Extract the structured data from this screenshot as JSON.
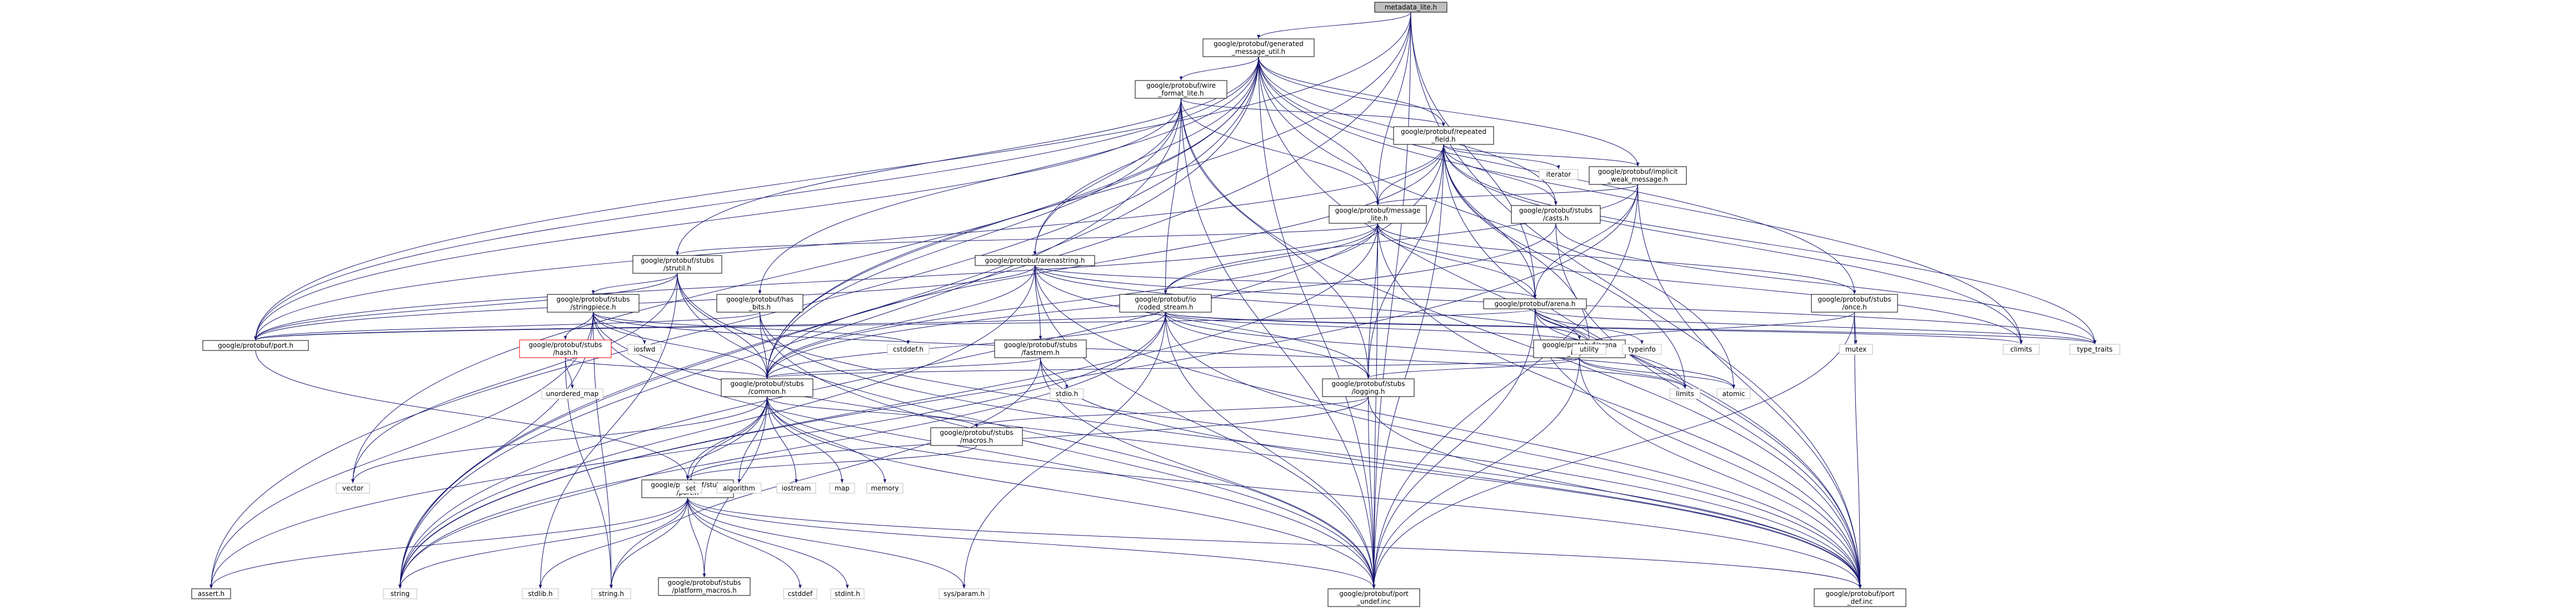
{
  "colors": {
    "edge": "#191970",
    "root_fill": "#bfbfbf",
    "root_stroke": "#000000",
    "doc_stroke": "#000000",
    "sys_stroke": "#bfbfbf",
    "red_stroke": "#ff0000",
    "text": "#000000",
    "background": "#ffffff"
  },
  "nodes": [
    {
      "id": "root",
      "lines": [
        "metadata_lite.h"
      ],
      "kind": "root"
    },
    {
      "id": "gmu",
      "lines": [
        "google/protobuf/generated",
        "_message_util.h"
      ],
      "kind": "doc"
    },
    {
      "id": "wfl",
      "lines": [
        "google/protobuf/wire",
        "_format_lite.h"
      ],
      "kind": "doc"
    },
    {
      "id": "rf",
      "lines": [
        "google/protobuf/repeated",
        "_field.h"
      ],
      "kind": "doc"
    },
    {
      "id": "iwm",
      "lines": [
        "google/protobuf/implicit",
        "_weak_message.h"
      ],
      "kind": "doc"
    },
    {
      "id": "ml",
      "lines": [
        "google/protobuf/message",
        "_lite.h"
      ],
      "kind": "doc"
    },
    {
      "id": "casts",
      "lines": [
        "google/protobuf/stubs",
        "/casts.h"
      ],
      "kind": "doc"
    },
    {
      "id": "strutil",
      "lines": [
        "google/protobuf/stubs",
        "/strutil.h"
      ],
      "kind": "doc"
    },
    {
      "id": "arenastring",
      "lines": [
        "google/protobuf/arenastring.h"
      ],
      "kind": "doc"
    },
    {
      "id": "hasbits",
      "lines": [
        "google/protobuf/has",
        "_bits.h"
      ],
      "kind": "doc"
    },
    {
      "id": "stringpiece",
      "lines": [
        "google/protobuf/stubs",
        "/stringpiece.h"
      ],
      "kind": "doc"
    },
    {
      "id": "cis",
      "lines": [
        "google/protobuf/io",
        "/coded_stream.h"
      ],
      "kind": "doc"
    },
    {
      "id": "arena",
      "lines": [
        "google/protobuf/arena.h"
      ],
      "kind": "doc"
    },
    {
      "id": "once",
      "lines": [
        "google/protobuf/stubs",
        "/once.h"
      ],
      "kind": "doc"
    },
    {
      "id": "port",
      "lines": [
        "google/protobuf/port.h"
      ],
      "kind": "doc"
    },
    {
      "id": "hash",
      "lines": [
        "google/protobuf/stubs",
        "/hash.h"
      ],
      "kind": "red"
    },
    {
      "id": "fastmem",
      "lines": [
        "google/protobuf/stubs",
        "/fastmem.h"
      ],
      "kind": "doc"
    },
    {
      "id": "arenaimpl",
      "lines": [
        "google/protobuf/arena",
        "_impl.h"
      ],
      "kind": "doc"
    },
    {
      "id": "common",
      "lines": [
        "google/protobuf/stubs",
        "/common.h"
      ],
      "kind": "doc"
    },
    {
      "id": "logging",
      "lines": [
        "google/protobuf/stubs",
        "/logging.h"
      ],
      "kind": "doc"
    },
    {
      "id": "macros",
      "lines": [
        "google/protobuf/stubs",
        "/macros.h"
      ],
      "kind": "doc"
    },
    {
      "id": "sport",
      "lines": [
        "google/protobuf/stubs",
        "/port.h"
      ],
      "kind": "doc"
    },
    {
      "id": "platform",
      "lines": [
        "google/protobuf/stubs",
        "/platform_macros.h"
      ],
      "kind": "doc"
    },
    {
      "id": "portundef",
      "lines": [
        "google/protobuf/port",
        "_undef.inc"
      ],
      "kind": "doc"
    },
    {
      "id": "portdef",
      "lines": [
        "google/protobuf/port",
        "_def.inc"
      ],
      "kind": "doc"
    },
    {
      "id": "iterator",
      "lines": [
        "iterator"
      ],
      "kind": "sys"
    },
    {
      "id": "iosfwd",
      "lines": [
        "iosfwd"
      ],
      "kind": "sys"
    },
    {
      "id": "unordered_map",
      "lines": [
        "unordered_map"
      ],
      "kind": "sys"
    },
    {
      "id": "cstddef_h",
      "lines": [
        "cstddef.h"
      ],
      "kind": "sys"
    },
    {
      "id": "stdio",
      "lines": [
        "stdio.h"
      ],
      "kind": "sys"
    },
    {
      "id": "utility",
      "lines": [
        "utility"
      ],
      "kind": "sys"
    },
    {
      "id": "typeinfo",
      "lines": [
        "typeinfo"
      ],
      "kind": "sys"
    },
    {
      "id": "mutex",
      "lines": [
        "mutex"
      ],
      "kind": "sys"
    },
    {
      "id": "climits",
      "lines": [
        "climits"
      ],
      "kind": "sys"
    },
    {
      "id": "type_traits",
      "lines": [
        "type_traits"
      ],
      "kind": "sys"
    },
    {
      "id": "limits",
      "lines": [
        "limits"
      ],
      "kind": "sys"
    },
    {
      "id": "atomic",
      "lines": [
        "atomic"
      ],
      "kind": "sys"
    },
    {
      "id": "vector",
      "lines": [
        "vector"
      ],
      "kind": "sys"
    },
    {
      "id": "set",
      "lines": [
        "set"
      ],
      "kind": "sys"
    },
    {
      "id": "algorithm",
      "lines": [
        "algorithm"
      ],
      "kind": "sys"
    },
    {
      "id": "iostream",
      "lines": [
        "iostream"
      ],
      "kind": "sys"
    },
    {
      "id": "map",
      "lines": [
        "map"
      ],
      "kind": "sys"
    },
    {
      "id": "memory",
      "lines": [
        "memory"
      ],
      "kind": "sys"
    },
    {
      "id": "assert",
      "lines": [
        "assert.h"
      ],
      "kind": "doc"
    },
    {
      "id": "string",
      "lines": [
        "string"
      ],
      "kind": "sys"
    },
    {
      "id": "stdlib",
      "lines": [
        "stdlib.h"
      ],
      "kind": "sys"
    },
    {
      "id": "string_h",
      "lines": [
        "string.h"
      ],
      "kind": "sys"
    },
    {
      "id": "cstddef",
      "lines": [
        "cstddef"
      ],
      "kind": "sys"
    },
    {
      "id": "stdint",
      "lines": [
        "stdint.h"
      ],
      "kind": "sys"
    },
    {
      "id": "sysparam",
      "lines": [
        "sys/param.h"
      ],
      "kind": "sys"
    }
  ],
  "edges": [
    [
      "root",
      "gmu"
    ],
    [
      "root",
      "ml"
    ],
    [
      "root",
      "arena"
    ],
    [
      "root",
      "port"
    ],
    [
      "root",
      "common"
    ],
    [
      "root",
      "portdef"
    ],
    [
      "root",
      "portundef"
    ],
    [
      "root",
      "string"
    ],
    [
      "gmu",
      "wfl"
    ],
    [
      "gmu",
      "rf"
    ],
    [
      "gmu",
      "iwm"
    ],
    [
      "gmu",
      "ml"
    ],
    [
      "gmu",
      "casts"
    ],
    [
      "gmu",
      "strutil"
    ],
    [
      "gmu",
      "arenastring"
    ],
    [
      "gmu",
      "hasbits"
    ],
    [
      "gmu",
      "once"
    ],
    [
      "gmu",
      "port"
    ],
    [
      "gmu",
      "common"
    ],
    [
      "gmu",
      "portdef"
    ],
    [
      "gmu",
      "portundef"
    ],
    [
      "gmu",
      "string"
    ],
    [
      "gmu",
      "vector"
    ],
    [
      "gmu",
      "assert"
    ],
    [
      "gmu",
      "atomic"
    ],
    [
      "gmu",
      "climits"
    ],
    [
      "wfl",
      "rf"
    ],
    [
      "wfl",
      "ml"
    ],
    [
      "wfl",
      "arenastring"
    ],
    [
      "wfl",
      "cis"
    ],
    [
      "wfl",
      "common"
    ],
    [
      "wfl",
      "logging"
    ],
    [
      "wfl",
      "port"
    ],
    [
      "wfl",
      "portdef"
    ],
    [
      "wfl",
      "portundef"
    ],
    [
      "wfl",
      "string"
    ],
    [
      "rf",
      "iwm"
    ],
    [
      "rf",
      "ml"
    ],
    [
      "rf",
      "casts"
    ],
    [
      "rf",
      "arena"
    ],
    [
      "rf",
      "logging"
    ],
    [
      "rf",
      "common"
    ],
    [
      "rf",
      "port"
    ],
    [
      "rf",
      "portdef"
    ],
    [
      "rf",
      "portundef"
    ],
    [
      "rf",
      "iterator"
    ],
    [
      "rf",
      "utility"
    ],
    [
      "rf",
      "limits"
    ],
    [
      "rf",
      "type_traits"
    ],
    [
      "rf",
      "string"
    ],
    [
      "rf",
      "climits"
    ],
    [
      "iwm",
      "ml"
    ],
    [
      "iwm",
      "arena"
    ],
    [
      "iwm",
      "cis"
    ],
    [
      "iwm",
      "portdef"
    ],
    [
      "iwm",
      "portundef"
    ],
    [
      "iwm",
      "string"
    ],
    [
      "ml",
      "arena"
    ],
    [
      "ml",
      "common"
    ],
    [
      "ml",
      "logging"
    ],
    [
      "ml",
      "once"
    ],
    [
      "ml",
      "strutil"
    ],
    [
      "ml",
      "cis"
    ],
    [
      "ml",
      "port"
    ],
    [
      "ml",
      "portdef"
    ],
    [
      "ml",
      "portundef"
    ],
    [
      "ml",
      "climits"
    ],
    [
      "ml",
      "string"
    ],
    [
      "casts",
      "common"
    ],
    [
      "casts",
      "type_traits"
    ],
    [
      "casts",
      "portdef"
    ],
    [
      "strutil",
      "stringpiece"
    ],
    [
      "strutil",
      "common"
    ],
    [
      "strutil",
      "port"
    ],
    [
      "strutil",
      "stdlib"
    ],
    [
      "strutil",
      "vector"
    ],
    [
      "strutil",
      "portdef"
    ],
    [
      "strutil",
      "portundef"
    ],
    [
      "arenastring",
      "arena"
    ],
    [
      "arenastring",
      "fastmem"
    ],
    [
      "arenastring",
      "logging"
    ],
    [
      "arenastring",
      "common"
    ],
    [
      "arenastring",
      "port"
    ],
    [
      "arenastring",
      "portdef"
    ],
    [
      "arenastring",
      "portundef"
    ],
    [
      "arenastring",
      "string"
    ],
    [
      "arenastring",
      "type_traits"
    ],
    [
      "arenastring",
      "utility"
    ],
    [
      "hasbits",
      "common"
    ],
    [
      "hasbits",
      "port"
    ],
    [
      "hasbits",
      "portdef"
    ],
    [
      "hasbits",
      "portundef"
    ],
    [
      "stringpiece",
      "hash"
    ],
    [
      "stringpiece",
      "common"
    ],
    [
      "stringpiece",
      "assert"
    ],
    [
      "stringpiece",
      "cstddef_h"
    ],
    [
      "stringpiece",
      "iosfwd"
    ],
    [
      "stringpiece",
      "string_h"
    ],
    [
      "stringpiece",
      "limits"
    ],
    [
      "stringpiece",
      "string"
    ],
    [
      "stringpiece",
      "portdef"
    ],
    [
      "stringpiece",
      "portundef"
    ],
    [
      "cis",
      "common"
    ],
    [
      "cis",
      "logging"
    ],
    [
      "cis",
      "port"
    ],
    [
      "cis",
      "portdef"
    ],
    [
      "cis",
      "portundef"
    ],
    [
      "cis",
      "assert"
    ],
    [
      "cis",
      "atomic"
    ],
    [
      "cis",
      "climits"
    ],
    [
      "cis",
      "string"
    ],
    [
      "cis",
      "type_traits"
    ],
    [
      "cis",
      "utility"
    ],
    [
      "cis",
      "sysparam"
    ],
    [
      "arena",
      "arenaimpl"
    ],
    [
      "arena",
      "port"
    ],
    [
      "arena",
      "portdef"
    ],
    [
      "arena",
      "portundef"
    ],
    [
      "arena",
      "limits"
    ],
    [
      "arena",
      "type_traits"
    ],
    [
      "arena",
      "utility"
    ],
    [
      "arena",
      "typeinfo"
    ],
    [
      "once",
      "mutex"
    ],
    [
      "once",
      "utility"
    ],
    [
      "once",
      "portdef"
    ],
    [
      "once",
      "portundef"
    ],
    [
      "port",
      "sport"
    ],
    [
      "hash",
      "common"
    ],
    [
      "hash",
      "unordered_map"
    ],
    [
      "hash",
      "string_h"
    ],
    [
      "fastmem",
      "common"
    ],
    [
      "fastmem",
      "stdio"
    ],
    [
      "fastmem",
      "stddef_dummy"
    ],
    [
      "fastmem",
      "string_h"
    ],
    [
      "fastmem",
      "portdef"
    ],
    [
      "fastmem",
      "portundef"
    ],
    [
      "arenaimpl",
      "common"
    ],
    [
      "arenaimpl",
      "logging"
    ],
    [
      "arenaimpl",
      "atomic"
    ],
    [
      "arenaimpl",
      "limits"
    ],
    [
      "arenaimpl",
      "portdef"
    ],
    [
      "arenaimpl",
      "portundef"
    ],
    [
      "common",
      "macros"
    ],
    [
      "common",
      "sport"
    ],
    [
      "common",
      "platform"
    ],
    [
      "common",
      "vector"
    ],
    [
      "common",
      "set"
    ],
    [
      "common",
      "algorithm"
    ],
    [
      "common",
      "iostream"
    ],
    [
      "common",
      "map"
    ],
    [
      "common",
      "memory"
    ],
    [
      "common",
      "string"
    ],
    [
      "common",
      "portdef"
    ],
    [
      "common",
      "portundef"
    ],
    [
      "logging",
      "macros"
    ],
    [
      "logging",
      "sport"
    ],
    [
      "logging",
      "portdef"
    ],
    [
      "logging",
      "portundef"
    ],
    [
      "macros",
      "sport"
    ],
    [
      "sport",
      "platform"
    ],
    [
      "sport",
      "assert"
    ],
    [
      "sport",
      "string"
    ],
    [
      "sport",
      "stdlib"
    ],
    [
      "sport",
      "string_h"
    ],
    [
      "sport",
      "cstddef"
    ],
    [
      "sport",
      "stdint"
    ],
    [
      "sport",
      "sysparam"
    ],
    [
      "sport",
      "portdef"
    ],
    [
      "sport",
      "portundef"
    ]
  ]
}
